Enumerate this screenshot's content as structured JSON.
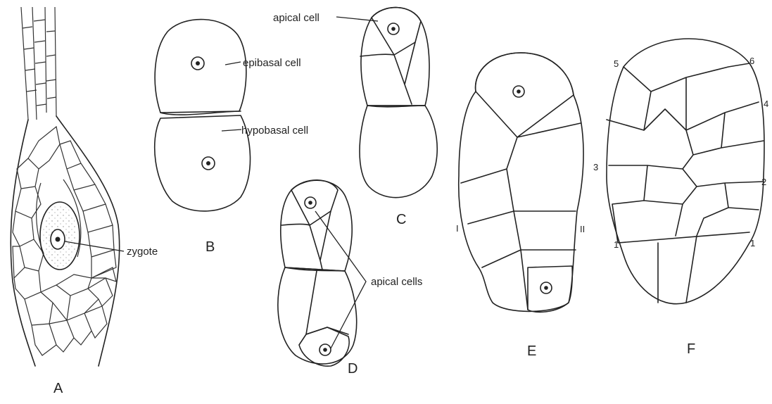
{
  "colors": {
    "ink": "#222222",
    "stipple": "#888888",
    "background": "#ffffff"
  },
  "panels": {
    "A": {
      "letter": "A",
      "labels": {
        "zygote": "zygote"
      }
    },
    "B": {
      "letter": "B",
      "labels": {
        "epibasal": "epibasal cell",
        "hypobasal": "hypobasal cell"
      }
    },
    "C": {
      "letter": "C",
      "labels": {
        "apical": "apical cell"
      }
    },
    "D": {
      "letter": "D",
      "labels": {
        "apical_cells": "apical cells"
      }
    },
    "E": {
      "letter": "E",
      "markers": {
        "left": "I",
        "right": "II"
      }
    },
    "F": {
      "letter": "F",
      "markers": {
        "n1_left": "1",
        "n1_right": "1",
        "n2": "2",
        "n3": "3",
        "n4": "4",
        "n5": "5",
        "n6": "6"
      }
    }
  }
}
